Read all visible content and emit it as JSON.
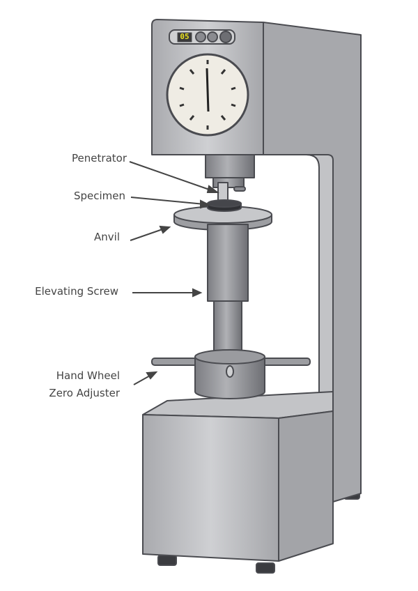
{
  "display": {
    "value": "05",
    "color": "#e8e020"
  },
  "labels": {
    "penetrator": "Penetrator",
    "specimen": "Specimen",
    "anvil": "Anvil",
    "elevating_screw": "Elevating Screw",
    "hand_wheel": "Hand Wheel",
    "zero_adjuster": "Zero Adjuster"
  },
  "colors": {
    "body": "#b9babd",
    "side": "#a3a4a8",
    "dark": "#7a7b80",
    "outline": "#4a4b50",
    "dial": "#efece4"
  }
}
